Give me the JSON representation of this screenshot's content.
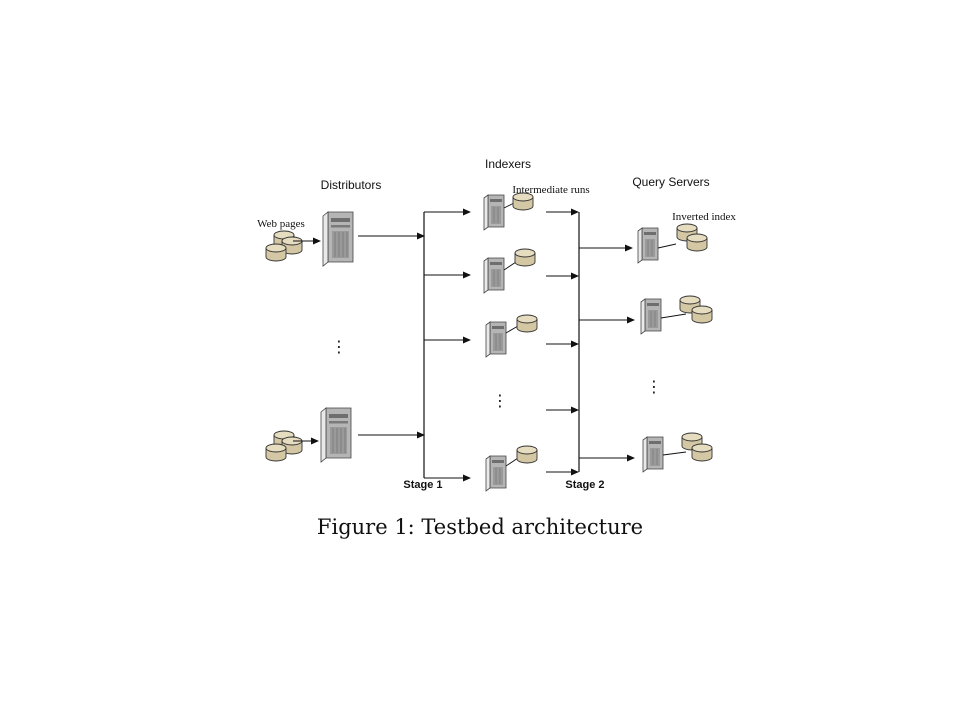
{
  "labels": {
    "indexers": "Indexers",
    "distributors": "Distributors",
    "query_servers": "Query Servers",
    "intermediate_runs": "Intermediate runs",
    "web_pages": "Web pages",
    "inverted_index": "Inverted index",
    "stage1": "Stage 1",
    "stage2": "Stage 2"
  },
  "ellipsis": "⋮",
  "caption": "Figure 1:  Testbed architecture",
  "icons": {
    "server": "server-tower-icon",
    "disk": "disk-stack-icon"
  },
  "colors": {
    "disk_fill": "#d4c7a3",
    "disk_top": "#e6dcc0",
    "server_light": "#f2f2f2",
    "server_dark": "#8a8a8a",
    "line": "#111111"
  }
}
